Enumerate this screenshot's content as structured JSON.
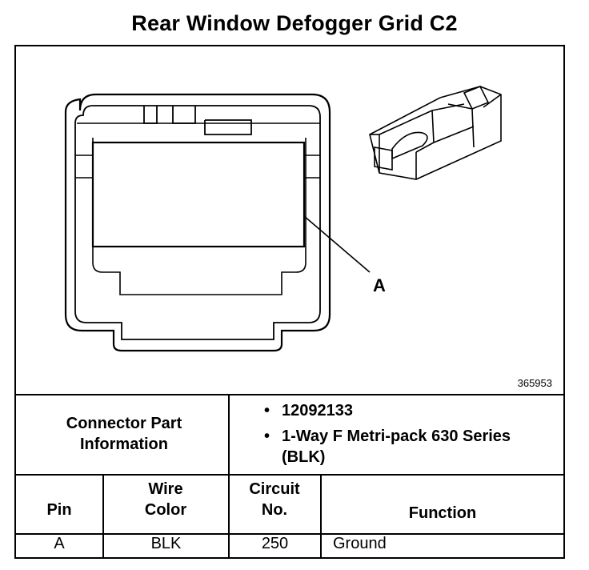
{
  "title": "Rear Window Defogger Grid C2",
  "figure_number": "365953",
  "callout_label": "A",
  "connector_info": {
    "label": "Connector Part Information",
    "items": [
      "12092133",
      "1-Way F Metri-pack 630 Series (BLK)"
    ]
  },
  "table": {
    "headers": {
      "pin": "Pin",
      "wire_color": "Wire Color",
      "circuit_no": "Circuit No.",
      "function": "Function"
    },
    "rows": [
      {
        "pin": "A",
        "wire_color": "BLK",
        "circuit_no": "250",
        "function": "Ground"
      }
    ]
  }
}
